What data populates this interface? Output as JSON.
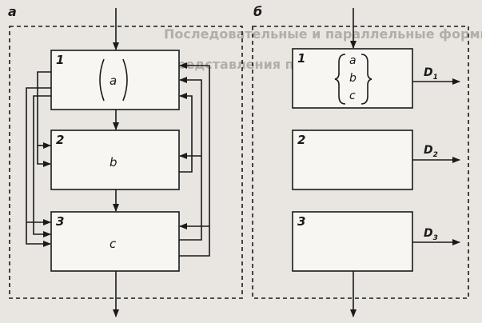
{
  "colors": {
    "paper": "#e9e6e1",
    "ink": "#1a1a1a",
    "box_fill": "#f7f6f3",
    "ghost_text": "#b9b5ae"
  },
  "panel_a": {
    "label": "а",
    "block1": {
      "number": "1",
      "letter": "a"
    },
    "block2": {
      "number": "2",
      "letter": "b"
    },
    "block3": {
      "number": "3",
      "letter": "c"
    }
  },
  "panel_b": {
    "label": "б",
    "block1": {
      "number": "1",
      "letters": [
        "a",
        "b",
        "c"
      ],
      "output": "D",
      "output_sub": "1"
    },
    "block2": {
      "number": "2",
      "output": "D",
      "output_sub": "2"
    },
    "block3": {
      "number": "3",
      "output": "D",
      "output_sub": "3"
    }
  },
  "background_text": {
    "heading1": "Последовательные и параллельные формы",
    "heading2": "представления процессов"
  }
}
